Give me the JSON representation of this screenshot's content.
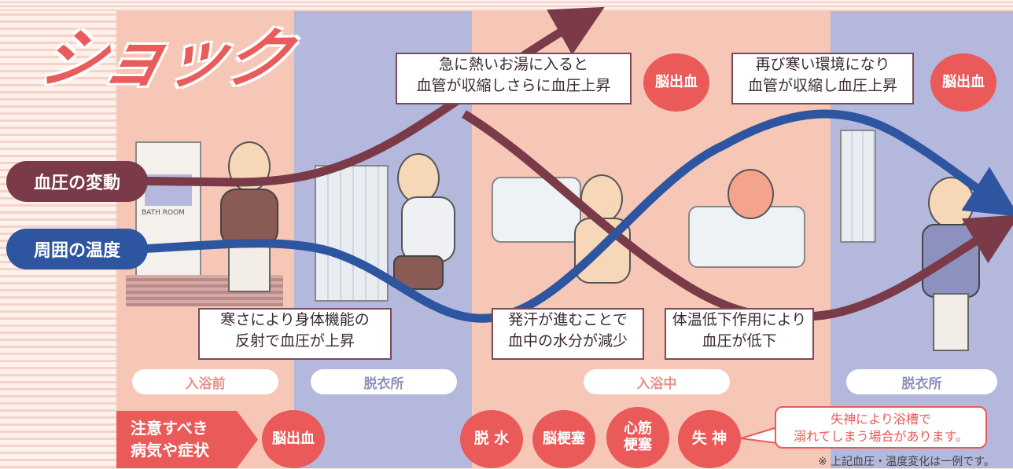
{
  "title": "ショック",
  "labels": {
    "bp": "血圧の変動",
    "temp": "周囲の温度"
  },
  "door_text": "BATH ROOM",
  "notes": {
    "n1": [
      "急に熱いお湯に入ると",
      "血管が収縮しさらに血圧上昇"
    ],
    "n2": [
      "再び寒い環境になり",
      "血管が収縮し血圧上昇"
    ],
    "n3": [
      "寒さにより身体機能の",
      "反射で血圧が上昇"
    ],
    "n4": [
      "発汗が進むことで",
      "血中の水分が減少"
    ],
    "n5": [
      "体温低下作用により",
      "血圧が低下"
    ]
  },
  "badges": {
    "stroke_a": "脳出血",
    "stroke_b": "脳出血"
  },
  "phases": {
    "p1": "入浴前",
    "p2": "脱衣所",
    "p3": "入浴中",
    "p4": "脱衣所"
  },
  "attention": [
    "注意すべき",
    "病気や症状"
  ],
  "symptoms": {
    "s1": "脳出血",
    "s2": "脱 水",
    "s3": "脳梗塞",
    "s4a": "心筋",
    "s4b": "梗塞",
    "s5": "失 神"
  },
  "callout": [
    "失神により浴槽で",
    "溺れてしまう場合があります。"
  ],
  "footnote": "※ 上記血圧・温度変化は一例です。",
  "colors": {
    "bp_line": "#7a3a48",
    "temp_line": "#2d55a0",
    "accent_red": "#e95a58",
    "pink_column": "#f6c6b6",
    "blue_column": "#b4b8dc"
  }
}
